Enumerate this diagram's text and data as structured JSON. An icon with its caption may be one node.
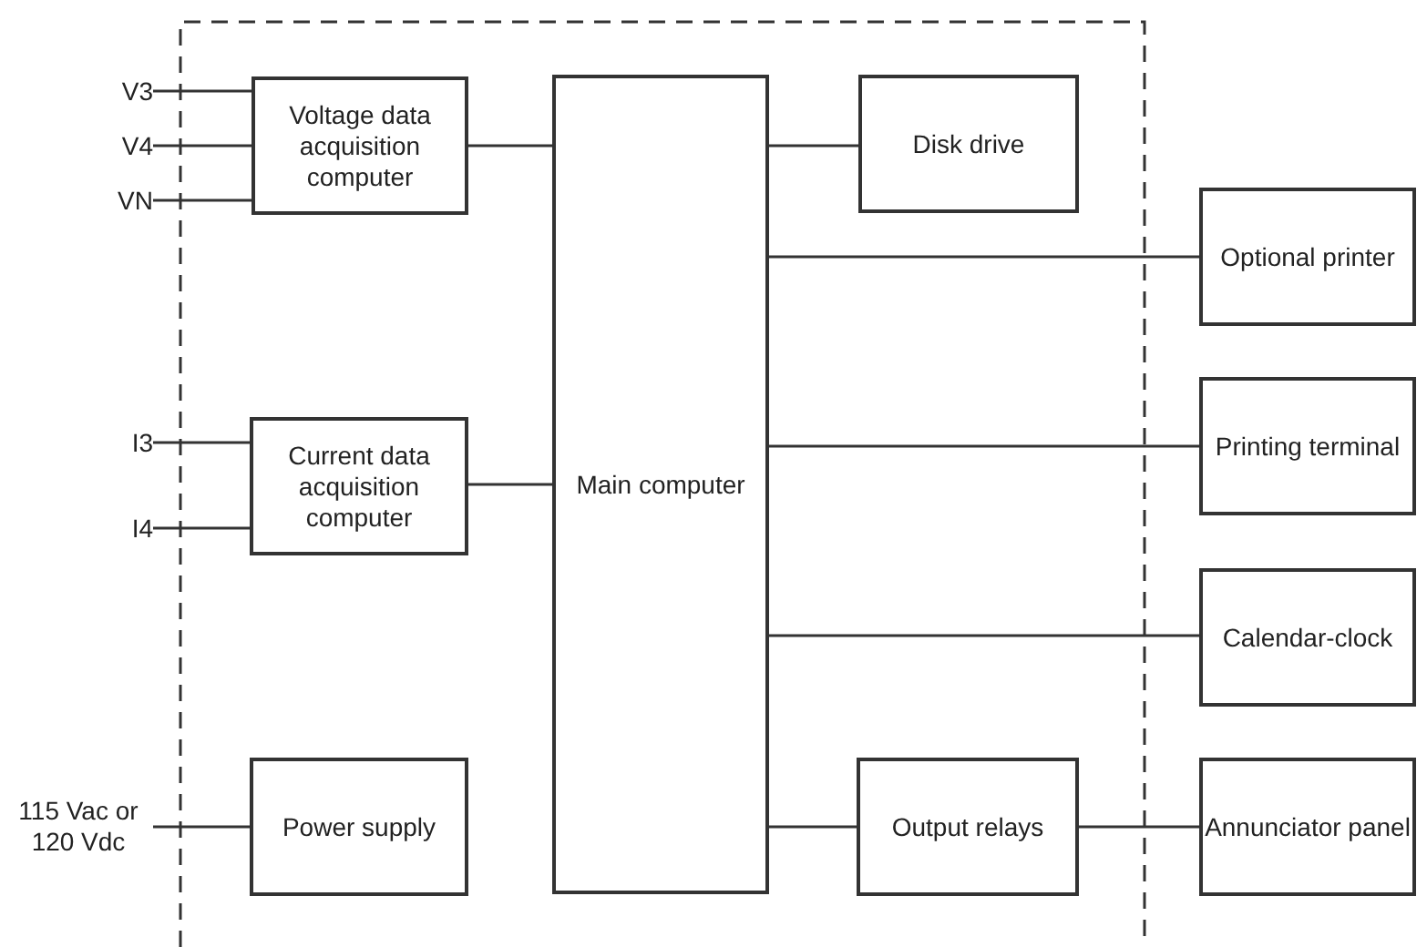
{
  "diagram": {
    "nodes": [
      {
        "text": [
          "V3"
        ]
      },
      {
        "text": [
          "V4"
        ]
      },
      {
        "text": [
          "VN"
        ]
      },
      {
        "text": [
          "Voltage data acquisition computer"
        ]
      },
      {
        "text": [
          "Main computer"
        ]
      },
      {
        "text": [
          "Disk drive"
        ]
      },
      {
        "text": [
          "Optional printer"
        ]
      },
      {
        "text": [
          "I3"
        ]
      },
      {
        "text": [
          "Current data acquisition computer"
        ]
      },
      {
        "text": [
          "Printing terminal"
        ]
      },
      {
        "text": [
          "I4"
        ]
      },
      {
        "text": [
          "Calendar-clock"
        ]
      },
      {
        "text": [
          "115 Vac or 120 Vdc"
        ]
      },
      {
        "text": [
          "Power supply"
        ]
      },
      {
        "text": [
          "Output relays"
        ]
      },
      {
        "text": [
          "Annunciator panel"
        ]
      }
    ],
    "edges": [
      {
        "from": 0,
        "to": 3,
        "arrow": "none"
      },
      {
        "from": 1,
        "to": 3,
        "arrow": "none"
      },
      {
        "from": 2,
        "to": 3,
        "arrow": "none"
      },
      {
        "from": 3,
        "to": 4,
        "arrow": "none"
      },
      {
        "from": 4,
        "to": 5,
        "arrow": "none"
      },
      {
        "from": 4,
        "to": 6,
        "arrow": "none"
      },
      {
        "from": 7,
        "to": 8,
        "arrow": "none"
      },
      {
        "from": 10,
        "to": 8,
        "arrow": "none"
      },
      {
        "from": 8,
        "to": 4,
        "arrow": "none"
      },
      {
        "from": 4,
        "to": 9,
        "arrow": "none"
      },
      {
        "from": 4,
        "to": 11,
        "arrow": "none"
      },
      {
        "from": 12,
        "to": 13,
        "arrow": "none"
      },
      {
        "from": 4,
        "to": 14,
        "arrow": "none"
      },
      {
        "from": 14,
        "to": 15,
        "arrow": "none"
      }
    ]
  }
}
